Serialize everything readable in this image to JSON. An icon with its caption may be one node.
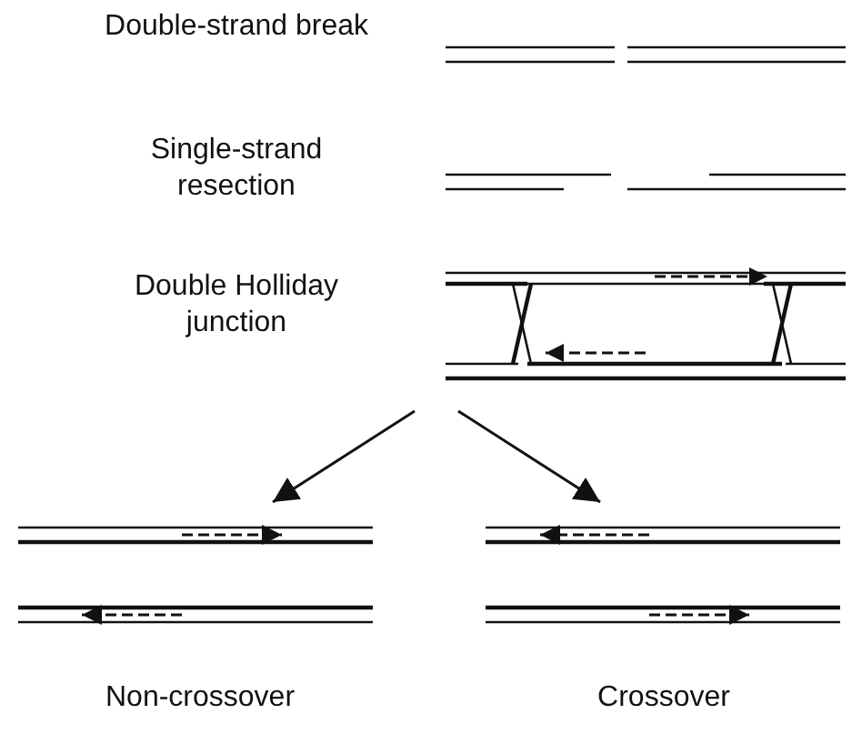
{
  "diagram": {
    "nodes": [
      {
        "text": [
          "Double Holliday junction"
        ]
      },
      {
        "text": [
          "Non-crossover"
        ]
      },
      {
        "text": [
          "Crossover"
        ]
      }
    ],
    "edges": [
      {
        "from": 0,
        "to": 1,
        "arrow": "to"
      },
      {
        "from": 0,
        "to": 2,
        "arrow": "to"
      }
    ],
    "labels": [
      "Double-strand break",
      "Single-strand resection"
    ]
  }
}
